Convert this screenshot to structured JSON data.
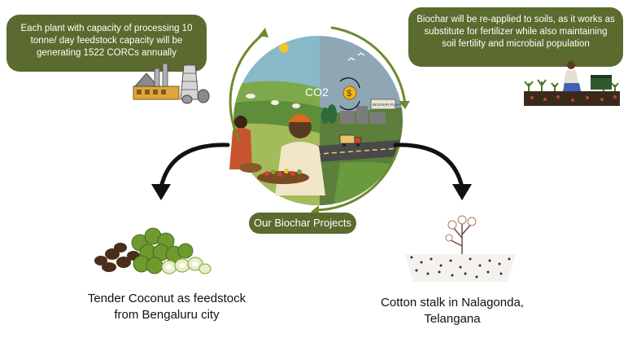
{
  "callouts": {
    "left": "Each plant with capacity of processing 10 tonne/ day feedstock capacity will be generating 1522 CORCs annually",
    "right": "Biochar will be re-applied to soils, as it works as substitute for fertilizer while also maintaining soil fertility and microbial population"
  },
  "center": {
    "label": "Our Biochar Projects",
    "co2_text": "CO2",
    "sign_text": "BIOCHAR PLANT"
  },
  "projects": {
    "left_caption_line1": "Tender Coconut as feedstock",
    "left_caption_line2": "from Bengaluru city",
    "right_caption_line1": "Cotton stalk in Nalagonda,",
    "right_caption_line2": "Telangana"
  },
  "colors": {
    "callout_bg": "#5b6a2e",
    "cycle_arrow": "#6d8a2c",
    "text": "#111111"
  },
  "icons": [
    "factory-icon",
    "farmer-planting-icon",
    "coconut-pile-icon",
    "cotton-stalk-icon",
    "sun-icon",
    "dollar-coin-icon",
    "birds-icon",
    "truck-icon"
  ]
}
